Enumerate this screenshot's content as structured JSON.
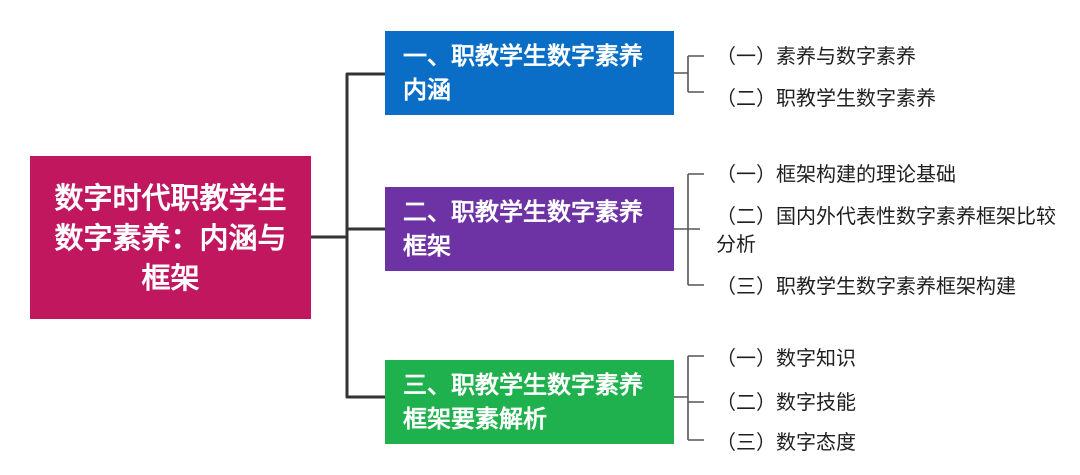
{
  "root": {
    "title": "数字时代职教学生数字素养：内涵与框架"
  },
  "branches": [
    {
      "title": "一、职教学生数字素养内涵",
      "color": "#0a6ec6",
      "items": [
        "（一）素养与数字素养",
        "（二）职教学生数字素养"
      ]
    },
    {
      "title": "二、职教学生数字素养框架",
      "color": "#6d33a5",
      "items": [
        "（一）框架构建的理论基础",
        "（二）国内外代表性数字素养框架比较分析",
        "（三）职教学生数字素养框架构建"
      ]
    },
    {
      "title": "三、职教学生数字素养框架要素解析",
      "color": "#1fb14d",
      "items": [
        "（一）数字知识",
        "（二）数字技能",
        "（三）数字态度"
      ]
    }
  ],
  "colors": {
    "root": "#c0175f",
    "connector": "#333333",
    "bracket": "#555555",
    "leaf_text": "#1f1f1f"
  }
}
